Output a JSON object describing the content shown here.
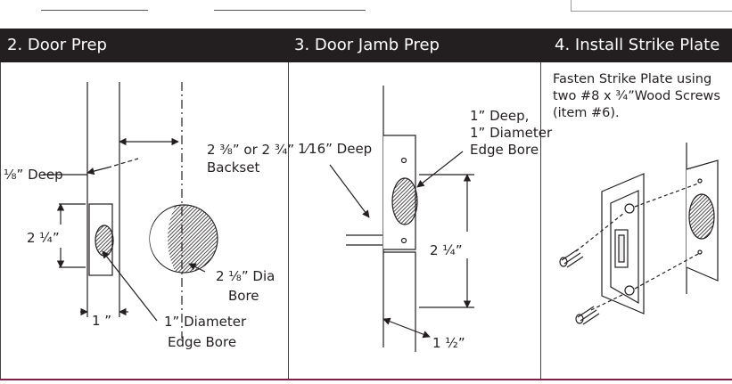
{
  "header": {
    "steps": [
      {
        "title": "2. Door Prep"
      },
      {
        "title": "3. Door Jamb Prep"
      },
      {
        "title": "4. Install Strike Plate"
      }
    ]
  },
  "panel_door_prep": {
    "labels": {
      "backset": "2 ⅜” or  2 ¾”",
      "backset_word": "Backset",
      "deep": "⅛” Deep",
      "height": "2 ¼”",
      "dia_bore_1": "2 ⅛” Dia",
      "dia_bore_2": "Bore",
      "one_inch": "1 ”",
      "edge_bore_1": "1” Diameter",
      "edge_bore_2": "Edge Bore"
    }
  },
  "panel_jamb_prep": {
    "labels": {
      "deep_1": "1” Deep,",
      "deep_2": "1” Diameter",
      "deep_3": "Edge Bore",
      "sixteenth": "1⁄16” Deep",
      "height": "2 ¼”",
      "width": "1 ½”"
    }
  },
  "panel_strike_plate": {
    "note": "Fasten Strike Plate using\ntwo #8 x ¾”Wood Screws\n (item #6)."
  },
  "colors": {
    "header_bg": "#231f20",
    "header_text": "#ffffff",
    "bottom_rule": "#7a1f4e"
  }
}
